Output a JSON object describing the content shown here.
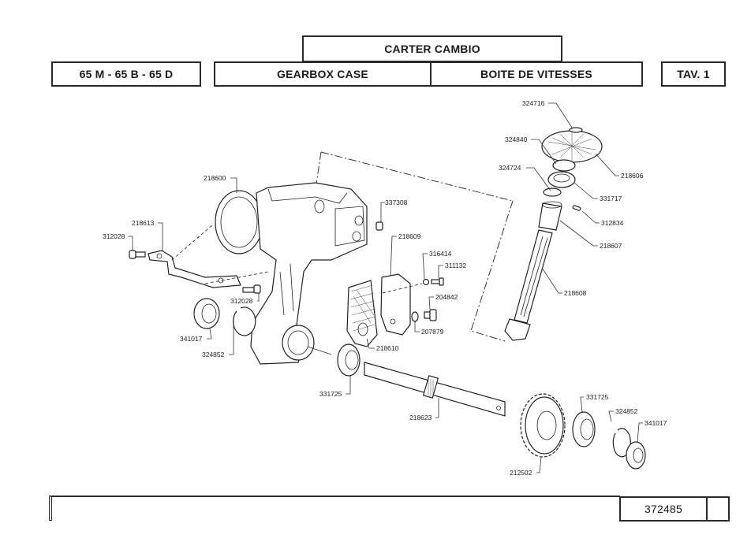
{
  "header": {
    "title_it": "CARTER CAMBIO",
    "models": "65 M - 65 B - 65 D",
    "title_en": "GEARBOX CASE",
    "title_fr": "BOITE DE VITESSES",
    "table_ref": "TAV. 1"
  },
  "footer": {
    "drawing_number": "372485",
    "extra_cell": ""
  },
  "parts": {
    "p324716": "324716",
    "p324840": "324840",
    "p324724": "324724",
    "p218606": "218606",
    "p331717": "331717",
    "p312834": "312834",
    "p218607": "218607",
    "p218608": "218608",
    "p218600": "218600",
    "p337308": "337308",
    "p218613": "218613",
    "p312028a": "312028",
    "p312028b": "312028",
    "p218609": "218609",
    "p316414": "316414",
    "p311132": "311132",
    "p204842": "204842",
    "p207879": "207879",
    "p341017a": "341017",
    "p324852a": "324852",
    "p218610": "218610",
    "p331725a": "331725",
    "p218623": "218623",
    "p331725b": "331725",
    "p324852b": "324852",
    "p341017b": "341017",
    "p212502": "212502"
  }
}
